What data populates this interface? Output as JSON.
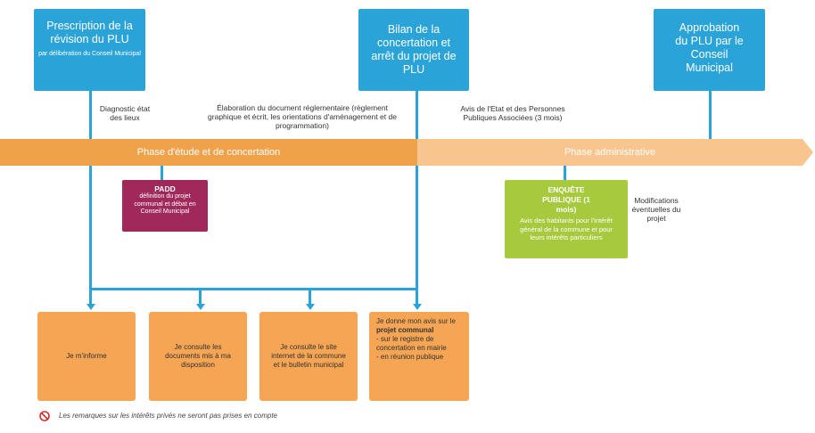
{
  "top_boxes": [
    {
      "title": "Prescription de la révision du PLU",
      "subtitle": "par délibération du Conseil Municipal"
    },
    {
      "title": "Bilan de la concertation et arrêt du projet de PLU",
      "subtitle": ""
    },
    {
      "title": "Approbation du PLU par le Conseil Municipal",
      "subtitle": ""
    }
  ],
  "labels": {
    "diagnostic": "Diagnostic état des lieux",
    "elaboration": "Élaboration du document réglementaire (règlement graphique et écrit, les orientations d'aménagement et de programmation)",
    "avis": "Avis de l'Etat et des Personnes Publiques Associées (3 mois)",
    "modifications": "Modifications éventuelles du projet"
  },
  "phases": {
    "study": "Phase d'étude et de concertation",
    "admin": "Phase administrative"
  },
  "padd": {
    "title": "PADD",
    "text": "définition du projet communal et débat en Conseil Municipal"
  },
  "enquete": {
    "title": "ENQUÊTE PUBLIQUE (1 mois)",
    "text": "Avis des habitants pour l'intérêt général de la commune et pour leurs intérêts particuliers"
  },
  "actions": [
    {
      "text": "Je m'informe"
    },
    {
      "text": "Je consulte les documents mis à ma disposition"
    },
    {
      "text": "Je consulte le site internet de la commune et le bulletin municipal"
    },
    {
      "pre": "Je donne mon avis sur le ",
      "bold": "projet communal",
      "line1": "- sur le registre de concertation en mairie",
      "line2": "- en réunion publique"
    }
  ],
  "footer": "Les remarques sur les intérêts privés ne seront pas prises en compte",
  "colors": {
    "blue": "#2aa3d8",
    "orange_dark": "#f0a24b",
    "orange_light": "#f8c58e",
    "padd": "#a0285a",
    "green": "#a7c93d",
    "action": "#f5a553"
  }
}
